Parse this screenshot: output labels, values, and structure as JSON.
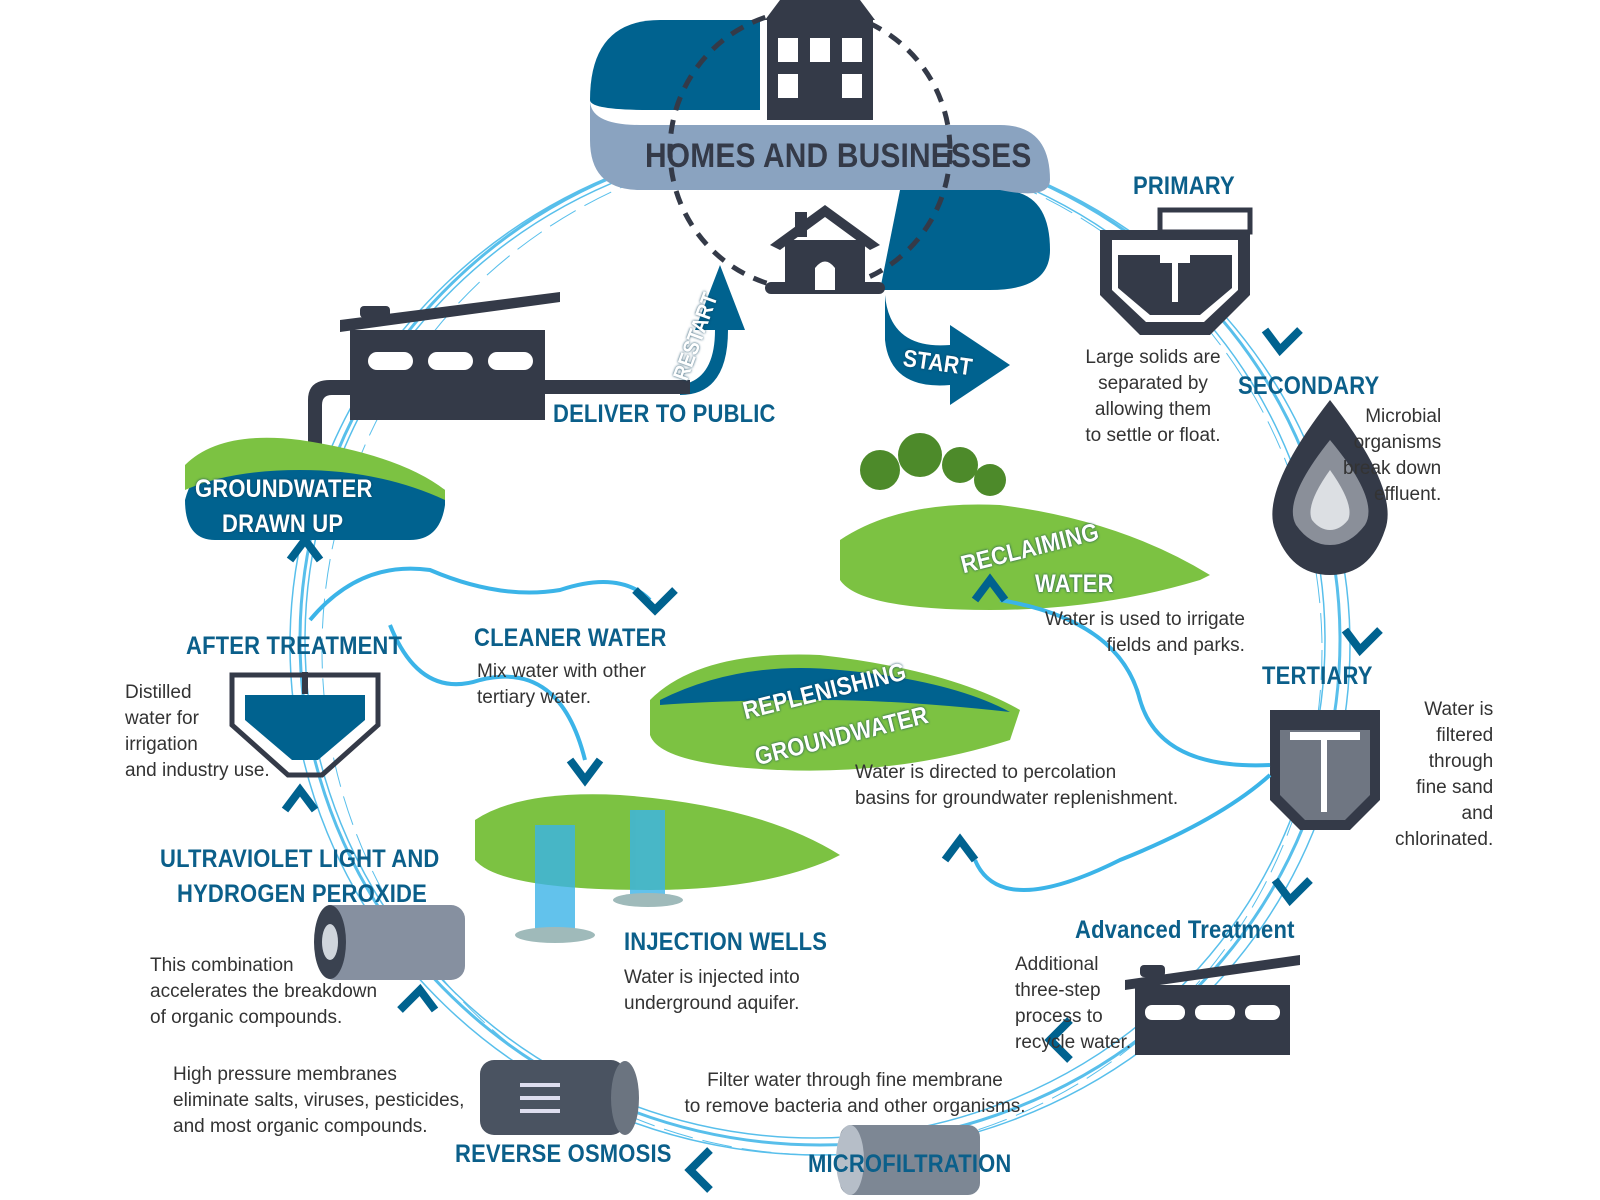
{
  "colors": {
    "dark_blue": "#00628f",
    "ribbon": "#8aa3c0",
    "dark": "#343a48",
    "title": "#0b5f8a",
    "water": "#3bb4e8",
    "grass": "#7cc242"
  },
  "title": "HOMES AND BUSINESSES",
  "start": "START",
  "restart": "RESTART",
  "deliver": "DELIVER TO PUBLIC",
  "primary": {
    "label": "PRIMARY",
    "desc": "Large solids are\nseparated by\nallowing them\nto settle or float."
  },
  "secondary": {
    "label": "SECONDARY",
    "desc": "Microbial\norganisms\nbreak down\neffluent."
  },
  "tertiary": {
    "label": "TERTIARY",
    "desc": "Water is\nfiltered\nthrough\nfine sand\nand\nchlorinated."
  },
  "advanced": {
    "label": "Advanced Treatment",
    "desc": "Additional\nthree-step\nprocess to\nrecycle water."
  },
  "microfiltration": {
    "label": "MICROFILTRATION",
    "desc": "Filter water through fine membrane\nto remove bacteria and other organisms."
  },
  "reverse_osmosis": {
    "label": "REVERSE OSMOSIS",
    "desc": "High pressure membranes\neliminate salts, viruses, pesticides,\nand most organic compounds."
  },
  "uv": {
    "label_1": "ULTRAVIOLET LIGHT AND",
    "label_2": "HYDROGEN PEROXIDE",
    "desc": "This combination\naccelerates the breakdown\nof organic compounds."
  },
  "after": {
    "label": "AFTER TREATMENT",
    "desc": "Distilled\nwater for\nirrigation\nand industry use."
  },
  "groundwater_drawn": {
    "label_1": "GROUNDWATER",
    "label_2": "DRAWN UP"
  },
  "cleaner": {
    "label": "CLEANER WATER",
    "desc": "Mix water with other\ntertiary water."
  },
  "injection": {
    "label": "INJECTION WELLS",
    "desc": "Water is injected into\nunderground aquifer."
  },
  "replenishing": {
    "label_1": "REPLENISHING",
    "label_2": "GROUNDWATER",
    "desc": "Water is directed to percolation\nbasins for groundwater replenishment."
  },
  "reclaiming": {
    "label_1": "RECLAIMING",
    "label_2": "WATER",
    "desc": "Water is used to irrigate\nfields and parks."
  }
}
